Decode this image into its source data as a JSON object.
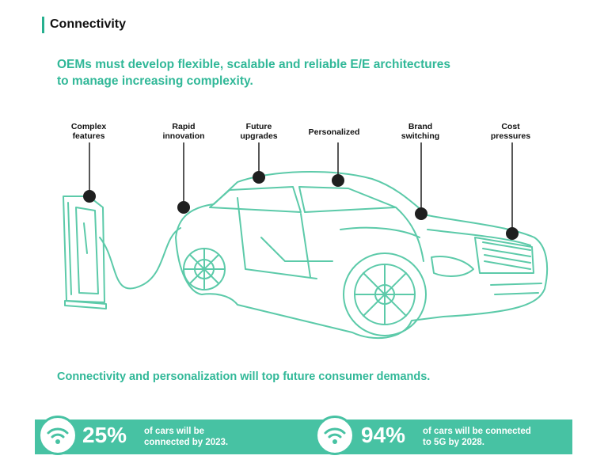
{
  "section": {
    "title": "Connectivity"
  },
  "headline": {
    "line1": "OEMs must develop flexible, scalable and reliable E/E architectures",
    "line2": "to manage increasing complexity."
  },
  "callouts": [
    {
      "line1": "Complex",
      "line2": "features"
    },
    {
      "line1": "Rapid",
      "line2": "innovation"
    },
    {
      "line1": "Future",
      "line2": "upgrades"
    },
    {
      "line1": "Personalized",
      "line2": ""
    },
    {
      "line1": "Brand",
      "line2": "switching"
    },
    {
      "line1": "Cost",
      "line2": "pressures"
    }
  ],
  "subheadline": "Connectivity and personalization will top future consumer demands.",
  "stats": [
    {
      "value": "25%",
      "desc_line1": "of cars will be",
      "desc_line2": "connected by 2023.",
      "icon": "wifi-icon"
    },
    {
      "value": "94%",
      "desc_line1": "of cars will be connected",
      "desc_line2": "to 5G by 2028.",
      "icon": "wifi-icon"
    }
  ],
  "colors": {
    "accent": "#47c2a3",
    "headline": "#31b898",
    "linework": "#5ccaa9",
    "dots": "#1f1f1f"
  }
}
